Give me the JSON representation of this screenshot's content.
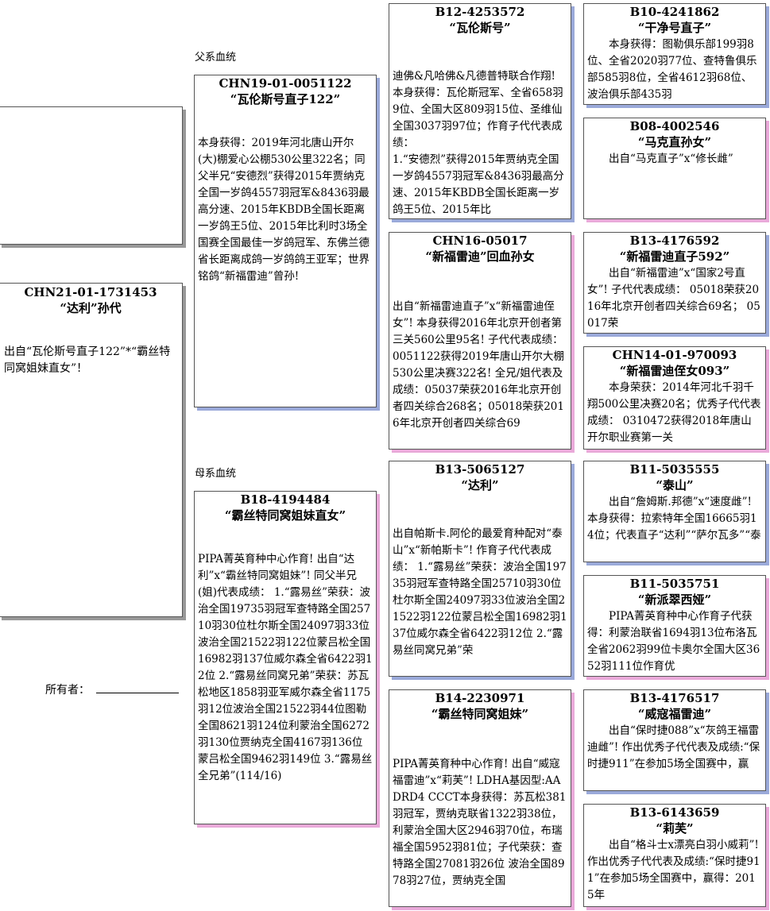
{
  "labels": {
    "paternal": "父系血统",
    "maternal": "母系血统",
    "owner": "所有者："
  },
  "subject": {
    "id": "CHN21-01-1731453",
    "name": "“达利”孙代",
    "text": "出自“瓦伦斯号直子122”*“霸丝特同窝姐妹直女”！"
  },
  "sire": {
    "id": "CHN19-01-0051122",
    "name": "“瓦伦斯号直子122”",
    "text": "本身获得：2019年河北唐山开尔(大)棚爱心公棚530公里322名；同父半兄“安德烈”获得2015年贾纳克全国一岁鸽4557羽冠军&8436羽最高分速、2015年KBDB全国长距离一岁鸽王5位、2015年比利时3场全国赛全国最佳一岁鸽冠军、东佛兰德省长距离成鸽一岁鸽鸽王亚军；世界铭鸽“新福雷迪”曾孙!"
  },
  "dam": {
    "id": "B18-4194484",
    "name": "“霸丝特同窝姐妹直女”",
    "text": "PIPA菁英育种中心作育! 出自“达利”x“霸丝特同窝姐妹”! 同父半兄(姐)代表成绩： 1.“露易丝”荣获：波治全国19735羽冠军查特路全国25710羽30位杜尔斯全国24097羽33位波治全国21522羽122位蒙吕松全国16982羽137位威尔森全省6422羽12位 2.“露易丝同窝兄弟”荣获：苏瓦松地区1858羽亚军威尔森全省1175羽12位波治全国21522羽44位图勒全国8621羽124位利蒙治全国6272羽130位贾纳克全国4167羽136位蒙吕松全国9462羽149位 3.“露易丝全兄弟”(114/16)"
  },
  "sire_sire": {
    "id": "B12-4253572",
    "name": "“瓦伦斯号”",
    "text": "迪佛&凡哈佛&凡德普特联合作翔! 本身获得：瓦伦斯冠军、全省658羽9位、全国大区809羽15位、圣维仙全国3037羽97位；作育子代代表成绩：\n1.“安德烈”获得2015年贾纳克全国一岁鸽4557羽冠军&8436羽最高分速、2015年KBDB全国长距离一岁鸽王5位、2015年比"
  },
  "sire_dam": {
    "id": "CHN16-05017",
    "name": "“新福雷迪”回血孙女",
    "text": "出自“新福雷迪直子”x“新福雷迪侄女”! 本身获得2016年北京开创者第三关560公里95名! 子代代表成绩：0051122获得2019年唐山开尔大棚530公里决赛322名! 全兄/姐代表及成绩：05037荣获2016年北京开创者四关综合268名；05018荣获2016年北京开创者四关综合69"
  },
  "dam_sire": {
    "id": "B13-5065127",
    "name": "“达利”",
    "text": "出自帕斯卡.阿伦的最爱育种配对“泰山”x“新帕斯卡”! 作育子代代表成绩： 1.“露易丝”荣获：波治全国19735羽冠军查特路全国25710羽30位杜尔斯全国24097羽33位波治全国21522羽122位蒙吕松全国16982羽137位威尔森全省6422羽12位 2.“露易丝同窝兄弟”荣"
  },
  "dam_dam": {
    "id": "B14-2230971",
    "name": "“霸丝特同窝姐妹”",
    "text": "PIPA菁英育种中心作育! 出自“威寇福雷迪”x“莉芙”! LDHA基因型:AA DRD4 CCCT本身获得：苏瓦松381羽冠军，贾纳克联省1322羽38位，利蒙治全国大区2946羽70位，布瑞福全国5952羽81位；子代荣获：查特路全国27081羽26位 波治全国8978羽27位，贾纳克全国"
  },
  "ss_sire": {
    "id": "B10-4241862",
    "name": "“干净号直子”",
    "text": "　　本身获得：图勒俱乐部199羽8位、全省2020羽77位、查特鲁俱乐部585羽8位，全省4612羽68位、波治俱乐部435羽"
  },
  "ss_dam": {
    "id": "B08-4002546",
    "name": "“马克直孙女”",
    "text": "　　出自“马克直子”x“修长雌”"
  },
  "sd_sire": {
    "id": "B13-4176592",
    "name": "“新福雷迪直子592”",
    "text": "　　出自“新福雷迪”x“国家2号直女”! 子代代表成绩： 05018荣获2016年北京开创者四关综合69名； 05017荣"
  },
  "sd_dam": {
    "id": "CHN14-01-970093",
    "name": "“新福雷迪侄女093”",
    "text": "　　本身荣获：2014年河北千羽千翔500公里决赛20名；优秀子代代表成绩： 0310472获得2018年唐山开尔职业赛第一关"
  },
  "ds_sire": {
    "id": "B11-5035555",
    "name": "“泰山”",
    "text": "　　出自“詹姆斯.邦德”x“速度雌”! 本身获得：拉索特年全国16665羽14位；代表直子“达利”“萨尔瓦多”“泰"
  },
  "ds_dam": {
    "id": "B11-5035751",
    "name": "“新派翠西娅”",
    "text": "　　PIPA菁英育种中心作育子代获得：利蒙治联省1694羽13位布洛瓦全省2062羽99位卡奥尔全国大区3652羽111位作育优"
  },
  "dd_sire": {
    "id": "B13-4176517",
    "name": "“威寇福雷迪”",
    "text": "　　出自“保时捷088”x“灰鸽王福雷迪雌”! 作出优秀子代代表及成绩:“保时捷911”在参加5场全国赛中，赢"
  },
  "dd_dam": {
    "id": "B13-6143659",
    "name": "“莉芙”",
    "text": "　　出自“格斗士x漂亮白羽小威莉”! 作出优秀子代代表及成绩:“保时捷911”在参加5场全国赛中，赢得：2015年"
  }
}
